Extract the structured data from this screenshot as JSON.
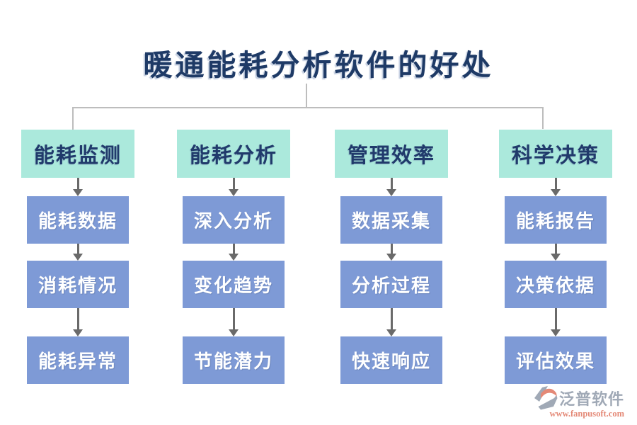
{
  "title": "暖通能耗分析软件的好处",
  "columns": [
    {
      "header": "能耗监测",
      "items": [
        "能耗数据",
        "消耗情况",
        "能耗异常"
      ]
    },
    {
      "header": "能耗分析",
      "items": [
        "深入分析",
        "变化趋势",
        "节能潜力"
      ]
    },
    {
      "header": "管理效率",
      "items": [
        "数据采集",
        "分析过程",
        "快速响应"
      ]
    },
    {
      "header": "科学决策",
      "items": [
        "能耗报告",
        "决策依据",
        "评估效果"
      ]
    }
  ],
  "watermark": {
    "brand": "泛普软件",
    "url": "www.fanpusoft.com"
  },
  "colors": {
    "title": "#1e3a66",
    "header_bg": "#abe9dc",
    "header_text": "#203a6b",
    "item_bg": "#7e9ad6",
    "item_text": "#ffffff",
    "arrow": "#6a6a6a",
    "connector": "#bdbdbd",
    "brand_gray": "#98a2b0",
    "brand_orange": "#e2806c"
  }
}
